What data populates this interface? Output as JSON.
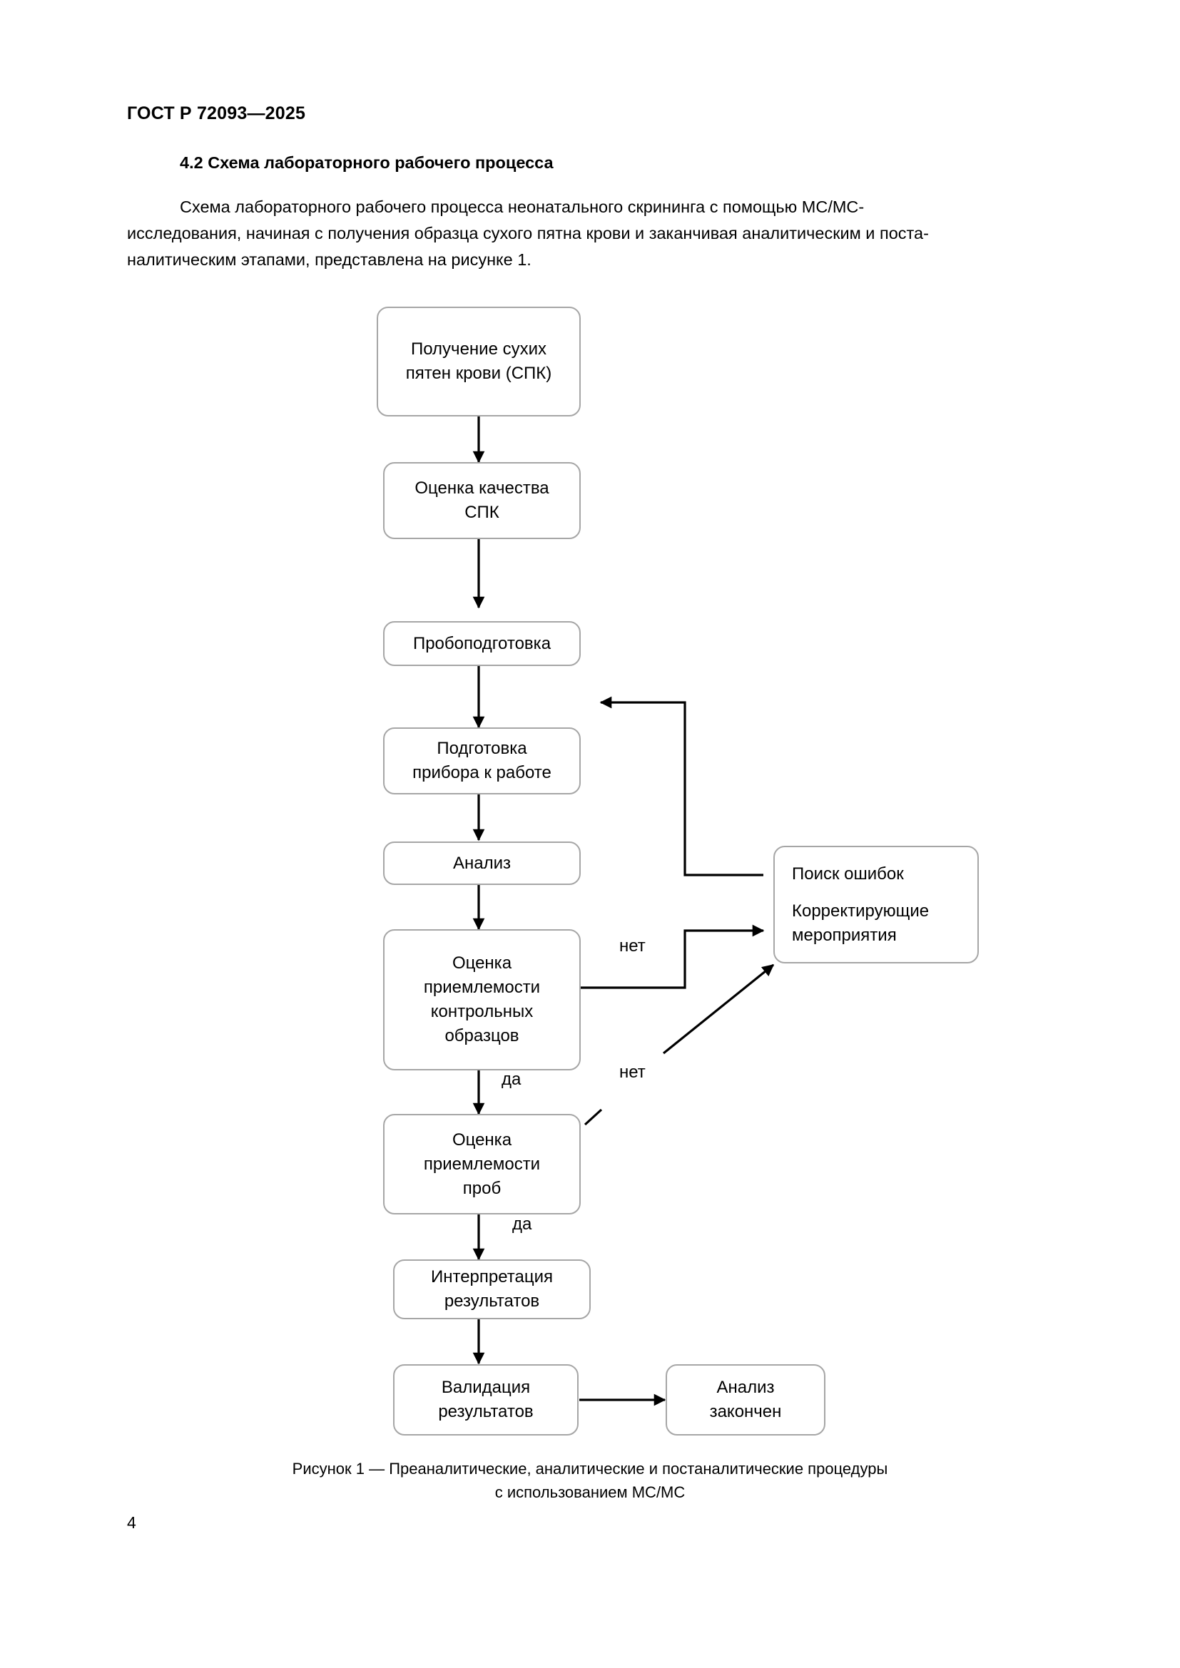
{
  "document": {
    "running_head": "ГОСТ Р 72093—2025",
    "page_number": "4",
    "section_heading": "4.2 Схема лабораторного рабочего процесса",
    "paragraph": {
      "line1": "Схема лабораторного рабочего процесса неонатального скрининга с помощью МС/МС-",
      "line2": "исследования, начиная с получения образца сухого пятна крови и заканчивая аналитическим и поста-",
      "line3": "налитическим этапами, представлена на рисунке 1."
    }
  },
  "figure": {
    "caption_line1": "Рисунок 1 — Преаналитические, аналитические и постаналитические процедуры",
    "caption_line2": "с использованием МС/МС",
    "colors": {
      "node_border": "#a6a6a6",
      "node_fill": "#ffffff",
      "connector": "#000000",
      "text": "#000000"
    },
    "nodes": [
      {
        "id": "dried-blood-spots",
        "line1": "Получение сухих",
        "line2": "пятен крови (СПК)"
      },
      {
        "id": "quality-assessment",
        "line1": "Оценка качества",
        "line2": "СПК"
      },
      {
        "id": "sample-preparation",
        "line1": "Пробоподготовка",
        "line2": ""
      },
      {
        "id": "instrument-setup",
        "line1": "Подготовка",
        "line2": "прибора к работе"
      },
      {
        "id": "analysis",
        "line1": "Анализ",
        "line2": ""
      },
      {
        "id": "control-acceptance",
        "line1": "Оценка",
        "line2": "приемлемости",
        "line3": "контрольных",
        "line4": "образцов"
      },
      {
        "id": "sample-acceptance",
        "line1": "Оценка",
        "line2": "приемлемости",
        "line3": "проб"
      },
      {
        "id": "result-interpretation",
        "line1": "Интерпретация",
        "line2": "результатов"
      },
      {
        "id": "result-validation",
        "line1": "Валидация",
        "line2": "результатов"
      },
      {
        "id": "analysis-complete",
        "line1": "Анализ",
        "line2": "закончен"
      },
      {
        "id": "error-search",
        "line1": "Поиск ошибок",
        "line2": "Корректирующие",
        "line3": "мероприятия"
      }
    ],
    "edge_labels": {
      "control_no": "нет",
      "control_yes": "да",
      "sample_no": "нет",
      "sample_yes": "да"
    }
  }
}
